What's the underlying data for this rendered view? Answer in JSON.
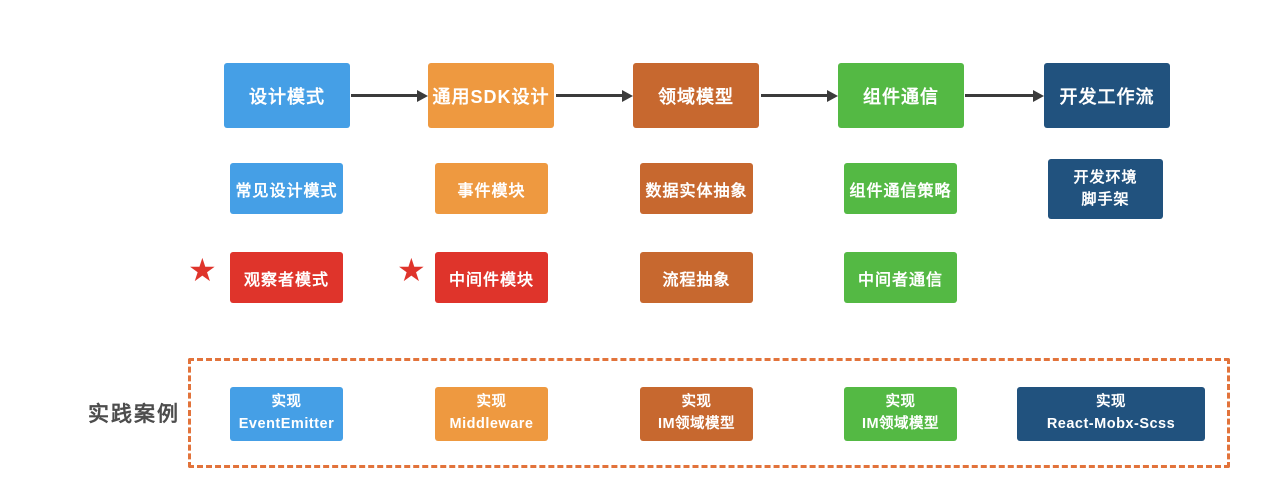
{
  "colors": {
    "blue": "#459fe6",
    "orange": "#ee9940",
    "brown": "#c7682f",
    "green": "#54b944",
    "navy": "#21527e",
    "red": "#df342b",
    "dashed_border": "#e2733b",
    "arrow": "#3b3b3b",
    "label_text": "#4d4d4d"
  },
  "icons": {
    "star": "★"
  },
  "flow": {
    "stages": [
      {
        "label": "设计模式",
        "color": "#459fe6"
      },
      {
        "label": "通用SDK设计",
        "color": "#ee9940"
      },
      {
        "label": "领域模型",
        "color": "#c7682f"
      },
      {
        "label": "组件通信",
        "color": "#54b944"
      },
      {
        "label": "开发工作流",
        "color": "#21527e"
      }
    ],
    "row2": [
      {
        "label": "常见设计模式",
        "color": "#459fe6"
      },
      {
        "label": "事件模块",
        "color": "#ee9940"
      },
      {
        "label": "数据实体抽象",
        "color": "#c7682f"
      },
      {
        "label": "组件通信策略",
        "color": "#54b944"
      },
      {
        "label": "开发环境",
        "label2": "脚手架",
        "color": "#21527e"
      }
    ],
    "row3": [
      {
        "label": "观察者模式",
        "color": "#df342b",
        "starred": true
      },
      {
        "label": "中间件模块",
        "color": "#df342b",
        "starred": true
      },
      {
        "label": "流程抽象",
        "color": "#c7682f",
        "starred": false
      },
      {
        "label": "中间者通信",
        "color": "#54b944",
        "starred": false
      }
    ]
  },
  "practice": {
    "label": "实践案例",
    "cases": [
      {
        "line1": "实现",
        "line2": "EventEmitter",
        "color": "#459fe6"
      },
      {
        "line1": "实现",
        "line2": "Middleware",
        "color": "#ee9940"
      },
      {
        "line1": "实现",
        "line2": "IM领域模型",
        "color": "#c7682f"
      },
      {
        "line1": "实现",
        "line2": "IM领域模型",
        "color": "#54b944"
      },
      {
        "line1": "实现",
        "line2": "React-Mobx-Scss",
        "color": "#21527e"
      }
    ]
  }
}
